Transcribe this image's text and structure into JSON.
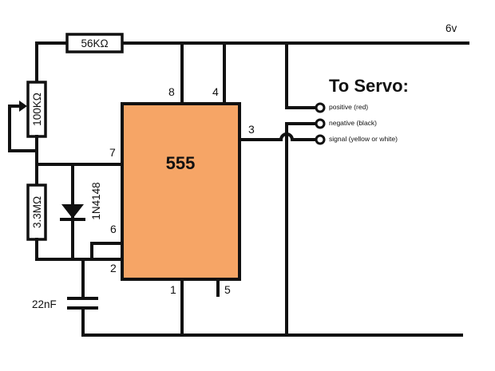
{
  "supply": {
    "label": "6v"
  },
  "chip": {
    "label": "555",
    "fill_color": "#F6A566",
    "pins": {
      "p8": "8",
      "p4": "4",
      "p3": "3",
      "p7": "7",
      "p6": "6",
      "p2": "2",
      "p1": "1",
      "p5": "5"
    }
  },
  "components": {
    "r1": "56KΩ",
    "pot": "100KΩ",
    "r2": "3.3MΩ",
    "diode": "1N4148",
    "cap": "22nF"
  },
  "servo": {
    "title": "To Servo:",
    "terminals": [
      {
        "label": "positive (red)"
      },
      {
        "label": "negative (black)"
      },
      {
        "label": "signal (yellow or white)"
      }
    ]
  }
}
